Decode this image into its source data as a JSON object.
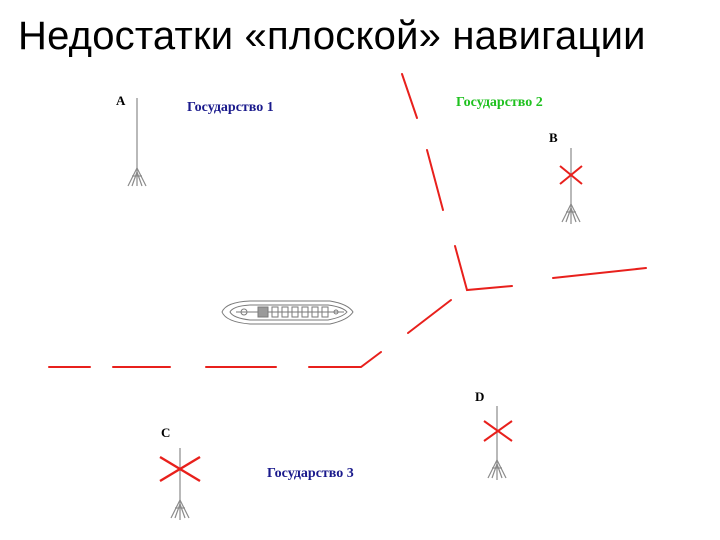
{
  "slide": {
    "title": "Недостатки «плоской» навигации"
  },
  "states": {
    "state1": "Государство 1",
    "state2": "Государство 2",
    "state3": "Государство 3"
  },
  "stations": {
    "a": "A",
    "b": "B",
    "c": "C",
    "d": "D"
  },
  "colors": {
    "border_line": "#e8201c",
    "state1_text": "#1a1a8c",
    "state2_text": "#1fc11f",
    "state3_text": "#1a1a8c",
    "station": "#8a8a8a",
    "ship": "#7a7a7a"
  }
}
